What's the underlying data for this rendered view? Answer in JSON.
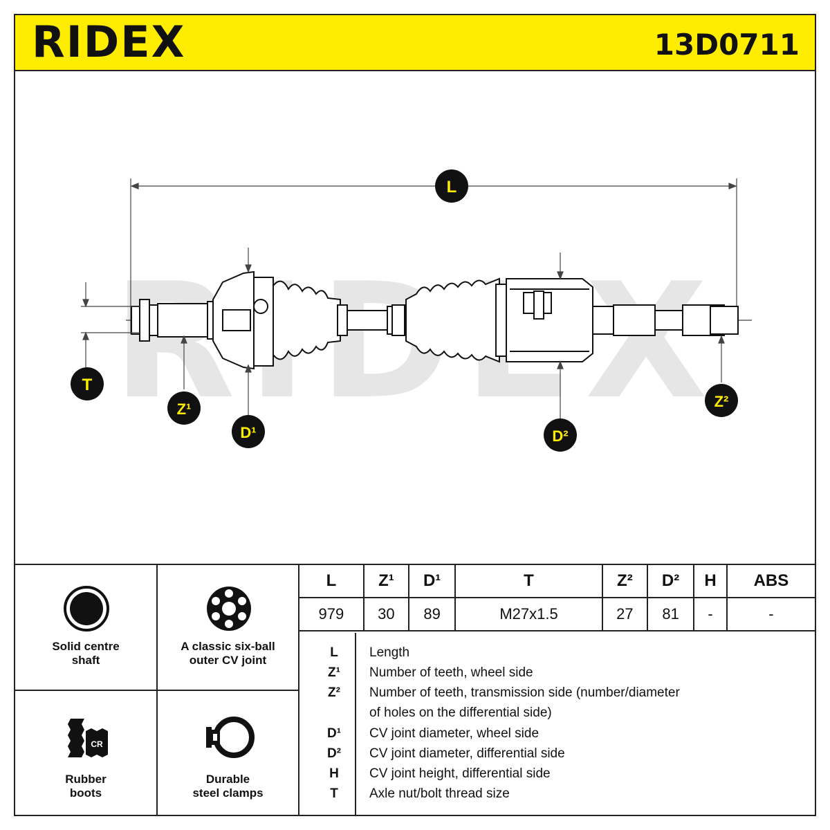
{
  "header": {
    "brand": "RIDEX",
    "part_number": "13D0711"
  },
  "diagram": {
    "watermark": "RIDEX",
    "labels": {
      "L": "L",
      "T": "T",
      "Z1": "Z¹",
      "D1": "D¹",
      "D2": "D²",
      "Z2": "Z²"
    }
  },
  "features": [
    {
      "label": "Solid centre\nshaft",
      "icon": "solid-shaft-icon"
    },
    {
      "label": "A classic six-ball\nouter CV joint",
      "icon": "six-ball-joint-icon"
    },
    {
      "label": "Rubber\nboots",
      "icon": "rubber-boot-icon",
      "badge": "CR"
    },
    {
      "label": "Durable\nsteel clamps",
      "icon": "steel-clamp-icon"
    }
  ],
  "spec_table": {
    "headers": [
      "L",
      "Z¹",
      "D¹",
      "T",
      "Z²",
      "D²",
      "H",
      "ABS"
    ],
    "values": [
      "979",
      "30",
      "89",
      "M27x1.5",
      "27",
      "81",
      "-",
      "-"
    ]
  },
  "legend": [
    {
      "key": "L",
      "desc": "Length"
    },
    {
      "key": "Z¹",
      "desc": "Number of teeth, wheel side"
    },
    {
      "key": "Z²",
      "desc": "Number of teeth, transmission side (number/diameter"
    },
    {
      "key": "",
      "desc": "of holes on the differential side)"
    },
    {
      "key": "D¹",
      "desc": "CV joint diameter, wheel side"
    },
    {
      "key": "D²",
      "desc": "CV joint diameter, differential side"
    },
    {
      "key": "H",
      "desc": "CV joint height, differential side"
    },
    {
      "key": "T",
      "desc": "Axle nut/bolt thread size"
    }
  ],
  "colors": {
    "accent": "#ffed00",
    "ink": "#111111",
    "watermark": "#e6e6e6"
  }
}
